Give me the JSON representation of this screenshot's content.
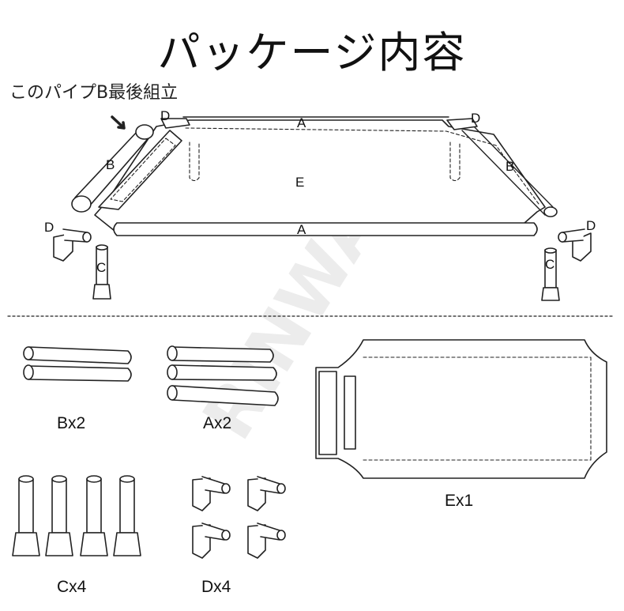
{
  "title": "パッケージ内容",
  "assembly_note": "このパイプB最後組立",
  "watermark": "RINWA",
  "part_labels": {
    "A_top": "A",
    "A_bottom": "A",
    "B_left": "B",
    "B_right": "B",
    "C_left": "C",
    "C_right": "C",
    "D_top_left": "D",
    "D_top_right": "D",
    "D_left": "D",
    "D_right": "D",
    "E": "E"
  },
  "parts": [
    {
      "id": "B",
      "caption": "Bx2"
    },
    {
      "id": "A",
      "caption": "Ax2"
    },
    {
      "id": "E",
      "caption": "Ex1"
    },
    {
      "id": "C",
      "caption": "Cx4"
    },
    {
      "id": "D",
      "caption": "Dx4"
    }
  ]
}
